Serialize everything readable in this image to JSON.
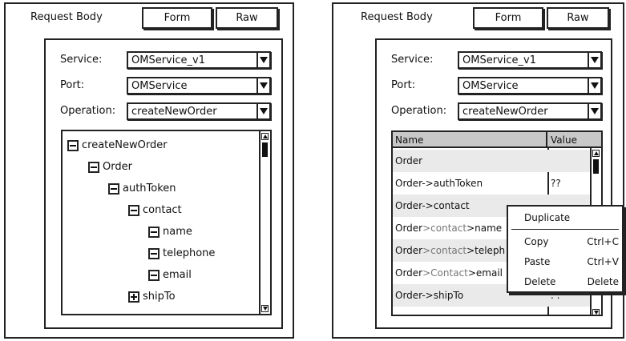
{
  "left": {
    "title": "Request Body",
    "buttons": {
      "form": "Form",
      "raw": "Raw"
    },
    "fields": {
      "service": {
        "label": "Service:",
        "value": "OMService_v1"
      },
      "port": {
        "label": "Port:",
        "value": "OMService"
      },
      "operation": {
        "label": "Operation:",
        "value": "createNewOrder"
      }
    },
    "tree": [
      {
        "label": "createNewOrder",
        "toggle": "minus"
      },
      {
        "label": "Order",
        "toggle": "minus"
      },
      {
        "label": "authToken",
        "toggle": "minus"
      },
      {
        "label": "contact",
        "toggle": "minus"
      },
      {
        "label": "name",
        "toggle": "minus"
      },
      {
        "label": "telephone",
        "toggle": "minus"
      },
      {
        "label": "email",
        "toggle": "minus"
      },
      {
        "label": "shipTo",
        "toggle": "plus"
      }
    ]
  },
  "right": {
    "title": "Request Body",
    "buttons": {
      "form": "Form",
      "raw": "Raw"
    },
    "fields": {
      "service": {
        "label": "Service:",
        "value": "OMService_v1"
      },
      "port": {
        "label": "Port:",
        "value": "OMService"
      },
      "operation": {
        "label": "Operation:",
        "value": "createNewOrder"
      }
    },
    "table": {
      "headers": {
        "name": "Name",
        "value": "Value"
      },
      "rows": [
        {
          "prefix": "Order",
          "mid": "",
          "suffix": "",
          "value": ""
        },
        {
          "prefix": "Order->authToken",
          "mid": "",
          "suffix": "",
          "value": "??"
        },
        {
          "prefix": "Order->contact",
          "mid": "",
          "suffix": "",
          "value": ""
        },
        {
          "prefix": "Order",
          "mid": ">contact",
          "suffix": ">name",
          "value": ""
        },
        {
          "prefix": "Order",
          "mid": ">contact",
          "suffix": ">teleph",
          "value": ""
        },
        {
          "prefix": "Order",
          "mid": ">Contact",
          "suffix": ">email",
          "value": ""
        },
        {
          "prefix": "Order->shipTo",
          "mid": "",
          "suffix": "",
          "value": ". ."
        }
      ]
    },
    "context_menu": {
      "duplicate": "Duplicate",
      "copy": {
        "label": "Copy",
        "shortcut": "Ctrl+C"
      },
      "paste": {
        "label": "Paste",
        "shortcut": "Ctrl+V"
      },
      "delete": {
        "label": "Delete",
        "shortcut": "Delete"
      }
    }
  }
}
